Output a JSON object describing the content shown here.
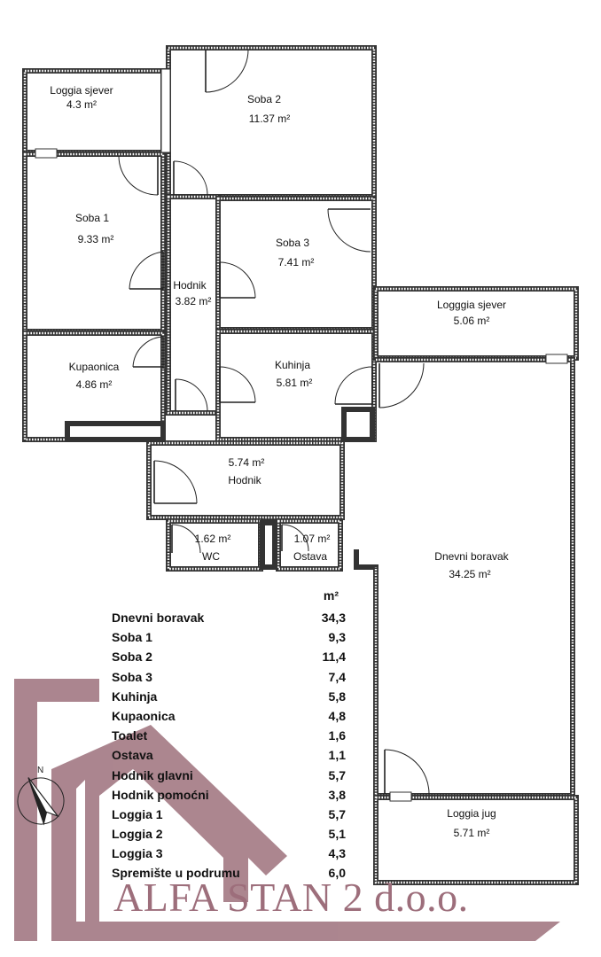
{
  "rooms": {
    "loggia_sjever_1": {
      "name": "Loggia sjever",
      "area": "4.3 m²"
    },
    "soba_2": {
      "name": "Soba 2",
      "area": "11.37 m²"
    },
    "soba_1": {
      "name": "Soba 1",
      "area": "9.33 m²"
    },
    "soba_3": {
      "name": "Soba 3",
      "area": "7.41 m²"
    },
    "hodnik_1": {
      "name": "Hodnik",
      "area": "3.82 m²"
    },
    "loggia_sjever_2": {
      "name": "Logggia sjever",
      "area": "5.06 m²"
    },
    "kupaonica": {
      "name": "Kupaonica",
      "area": "4.86 m²"
    },
    "kuhinja": {
      "name": "Kuhinja",
      "area": "5.81 m²"
    },
    "hodnik_2": {
      "name": "Hodnik",
      "area": "5.74 m²"
    },
    "wc": {
      "name": "WC",
      "area": "1.62 m²"
    },
    "ostava": {
      "name": "Ostava",
      "area": "1.07 m²"
    },
    "dnevni_boravak": {
      "name": "Dnevni boravak",
      "area": "34.25 m²"
    },
    "loggia_jug": {
      "name": "Loggia jug",
      "area": "5.71 m²"
    }
  },
  "area_table": {
    "unit": "m²",
    "rows": [
      {
        "name": "Dnevni boravak",
        "value": "34,3"
      },
      {
        "name": "Soba 1",
        "value": "9,3"
      },
      {
        "name": "Soba 2",
        "value": "11,4"
      },
      {
        "name": "Soba 3",
        "value": "7,4"
      },
      {
        "name": "Kuhinja",
        "value": "5,8"
      },
      {
        "name": "Kupaonica",
        "value": "4,8"
      },
      {
        "name": "Toalet",
        "value": "1,6"
      },
      {
        "name": "Ostava",
        "value": "1,1"
      },
      {
        "name": "Hodnik glavni",
        "value": "5,7"
      },
      {
        "name": "Hodnik pomoćni",
        "value": "3,8"
      },
      {
        "name": "Loggia 1",
        "value": "5,7"
      },
      {
        "name": "Loggia 2",
        "value": "5,1"
      },
      {
        "name": "Loggia 3",
        "value": "4,3"
      },
      {
        "name": "Spremište u podrumu",
        "value": "6,0"
      }
    ]
  },
  "logo": {
    "text": "ALFA STAN 2 d.o.o."
  },
  "colors": {
    "logo": "#9d6e7b",
    "watermark": "#a07580",
    "wall": "#333333"
  },
  "icons": {
    "compass": "compass-icon"
  }
}
